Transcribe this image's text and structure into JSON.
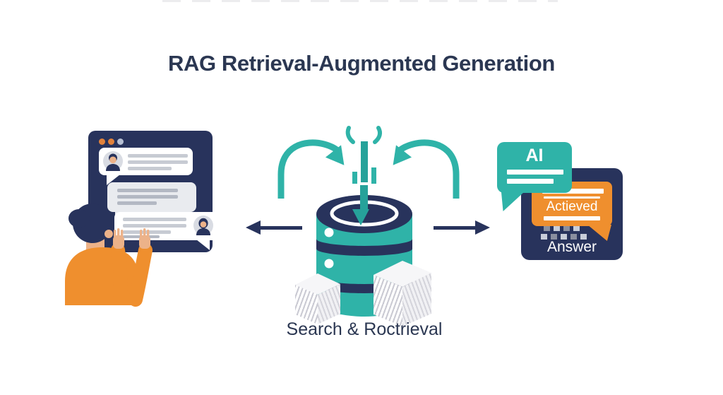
{
  "title": "RAG Retrieval-Augmented Generation",
  "center": {
    "caption": "Search & Roctrieval"
  },
  "right": {
    "ai_label": "AI",
    "achieved_label": "Actieved",
    "answer_label": "Answer"
  },
  "colors": {
    "teal": "#2fb3a8",
    "teal_dark": "#26a29a",
    "navy": "#28335c",
    "navy_text": "#2b3752",
    "orange": "#ef8f2e",
    "skin": "#ecb289",
    "avatar_bg": "#d9dce3",
    "bubble_gray": "#e9ebef",
    "line_gray": "#c7cbd3",
    "line_gray_dark": "#b3b8c3",
    "dot_orange": "#e2823b",
    "dot_pale": "#b7c0d4",
    "paper": "#f6f6f8",
    "paper_stripe": "#c9c9d2",
    "px_light": "#c8cdd9",
    "px_dark": "#8a8f9f"
  },
  "icons": {
    "chat_window": "chat-window-icon",
    "user_typing": "user-typing-icon",
    "database": "database-icon",
    "ingest_arrows": "ingest-arrows-icon",
    "document_stacks": "document-stack-icon",
    "flow_left": "arrow-left-icon",
    "flow_right": "arrow-right-icon",
    "ai_bubble": "ai-speech-bubble-icon",
    "answer_bubble": "answer-speech-bubble-icon"
  }
}
